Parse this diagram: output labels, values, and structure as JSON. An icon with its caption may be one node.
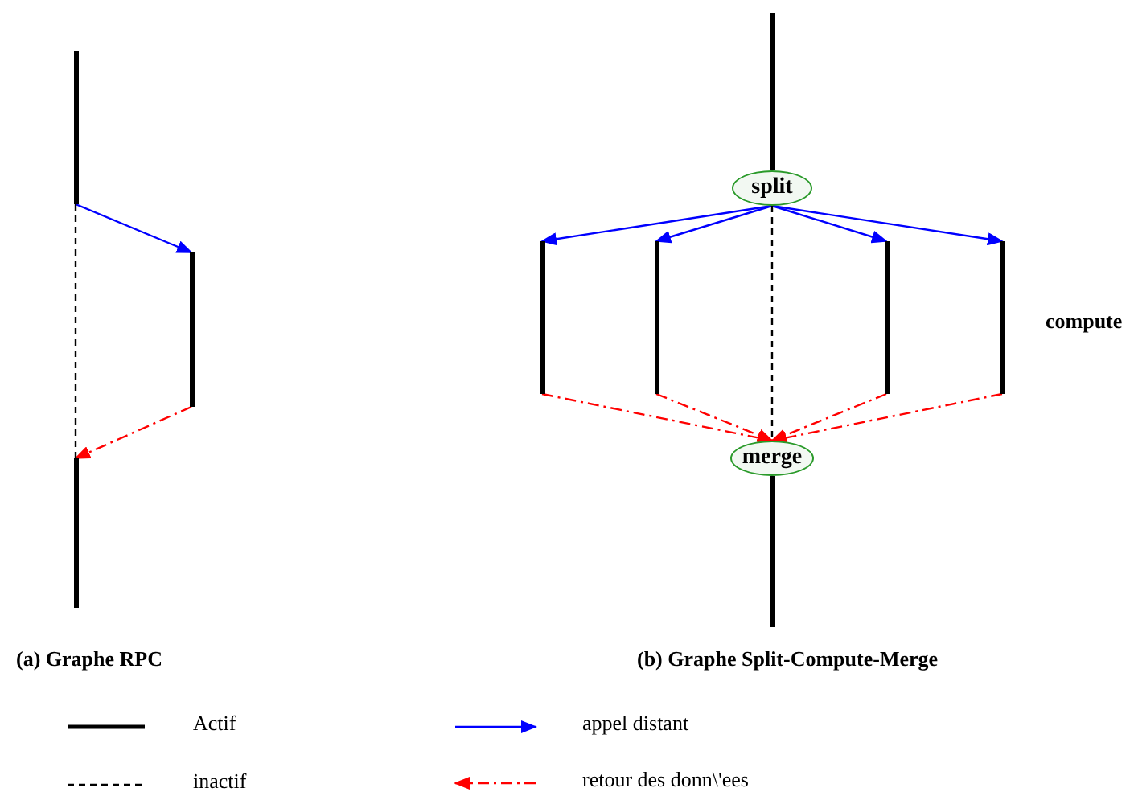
{
  "diagram": {
    "nodes": [
      {
        "text": [],
        "shape": "bar"
      },
      {
        "text": [],
        "shape": "bar"
      },
      {
        "text": [],
        "shape": "bar"
      },
      {
        "text": [],
        "shape": "bar"
      },
      {
        "text": [
          "split"
        ]
      },
      {
        "text": [],
        "shape": "bar"
      },
      {
        "text": [],
        "shape": "bar"
      },
      {
        "text": [],
        "shape": "bar"
      },
      {
        "text": [],
        "shape": "bar"
      },
      {
        "text": [
          "merge"
        ]
      },
      {
        "text": [],
        "shape": "bar"
      }
    ],
    "edges": [
      {
        "from": 0,
        "to": 1,
        "arrow": "to",
        "color": "#0000ff"
      },
      {
        "from": 1,
        "to": 2,
        "arrow": "to",
        "style": "dashed",
        "color": "#ff0000"
      },
      {
        "from": 0,
        "to": 2,
        "arrow": "none",
        "style": "dashed",
        "color": "#000000"
      },
      {
        "from": 4,
        "to": 5,
        "arrow": "to",
        "color": "#0000ff"
      },
      {
        "from": 4,
        "to": 6,
        "arrow": "to",
        "color": "#0000ff"
      },
      {
        "from": 4,
        "to": 7,
        "arrow": "to",
        "color": "#0000ff"
      },
      {
        "from": 4,
        "to": 8,
        "arrow": "to",
        "color": "#0000ff"
      },
      {
        "from": 4,
        "to": 9,
        "arrow": "none",
        "style": "dashed",
        "color": "#000000"
      },
      {
        "from": 5,
        "to": 9,
        "arrow": "to",
        "style": "dashed",
        "color": "#ff0000"
      },
      {
        "from": 6,
        "to": 9,
        "arrow": "to",
        "style": "dashed",
        "color": "#ff0000"
      },
      {
        "from": 7,
        "to": 9,
        "arrow": "to",
        "style": "dashed",
        "color": "#ff0000"
      },
      {
        "from": 8,
        "to": 9,
        "arrow": "to",
        "style": "dashed",
        "color": "#ff0000"
      }
    ],
    "labels": [
      "compute",
      "(a) Graphe RPC",
      "(b) Graphe Split-Compute-Merge"
    ],
    "legend": [
      {
        "text": "Actif"
      },
      {
        "text": "appel distant"
      },
      {
        "text": "inactif"
      },
      {
        "text": "retour des donn\\'ees"
      }
    ]
  }
}
